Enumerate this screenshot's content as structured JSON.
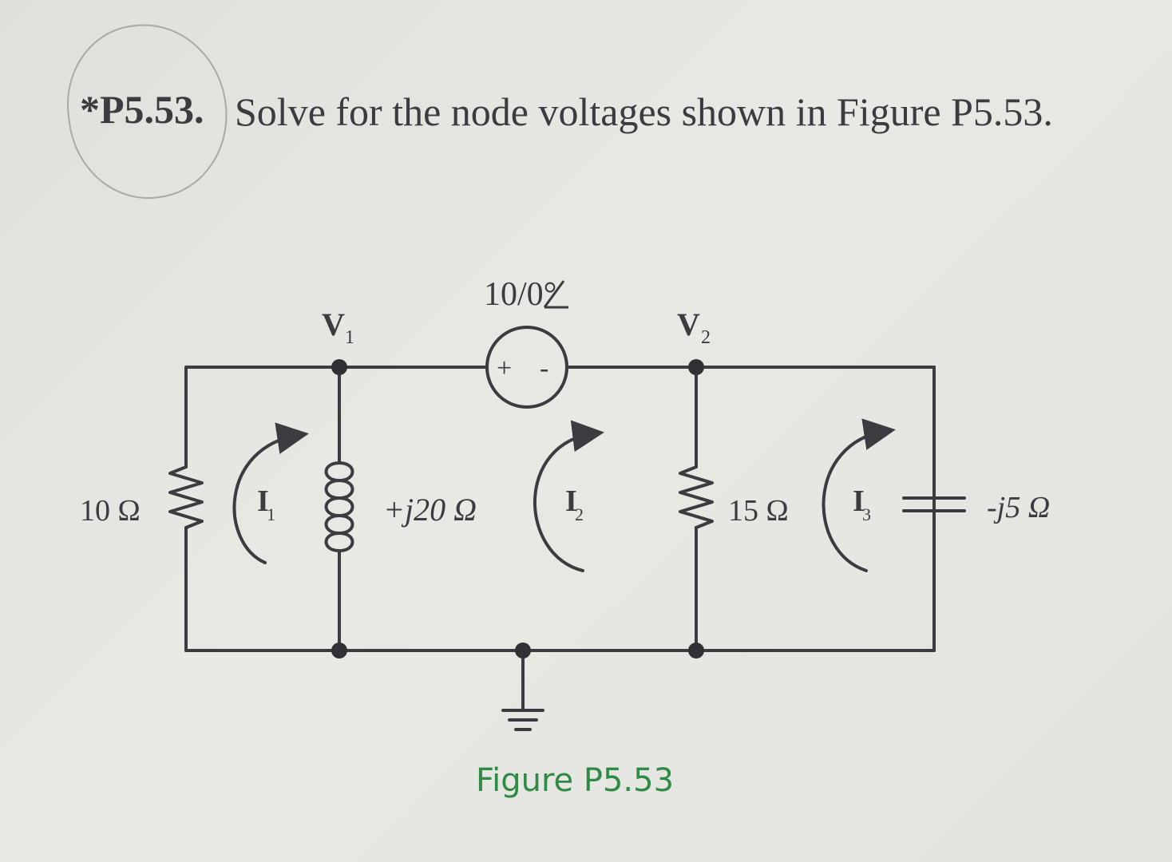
{
  "problem": {
    "label": "*P5.53.",
    "text": "Solve for the node voltages shown in Figure P5.53."
  },
  "circuit": {
    "source_label": "10/0°",
    "source_plus": "+",
    "source_minus": "-",
    "node_v1": "V",
    "node_v1_sub": "1",
    "node_v2": "V",
    "node_v2_sub": "2",
    "r1_label": "10 Ω",
    "l_label": "+j20 Ω",
    "r2_label": "15 Ω",
    "c_label": "-j5 Ω",
    "i1_label": "I",
    "i1_sub": "1",
    "i2_label": "I",
    "i2_sub": "2",
    "i3_label": "I",
    "i3_sub": "3"
  },
  "caption": "Figure P5.53",
  "colors": {
    "caption": "#2e8a45",
    "ink": "#3a3c40"
  }
}
